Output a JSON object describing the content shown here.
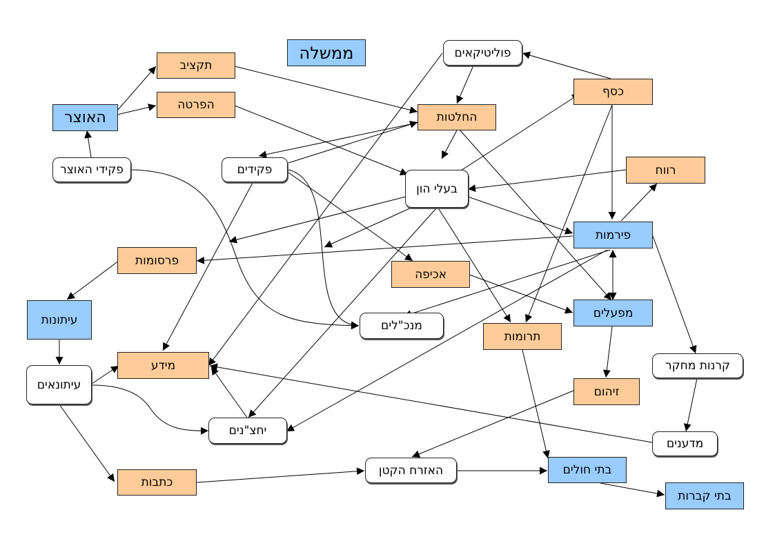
{
  "colors": {
    "orange": "#ffcc99",
    "blue": "#99ccff",
    "white": "#ffffff",
    "line": "#000000"
  },
  "nodes": {
    "government": "ממשלה",
    "treasury": "האוצר",
    "budget": "תקציב",
    "privatization": "הפרטה",
    "treasury_officials": "פקידי האוצר",
    "politicians": "פוליטיקאים",
    "decisions": "החלטות",
    "money": "כסף",
    "officials": "פקידים",
    "capitalists": "בעלי הון",
    "profit": "רווח",
    "firms": "פירמות",
    "publicity": "פרסומות",
    "coercion": "אכיפה",
    "newspapers": "עיתונות",
    "ceos": "מנכ\"לים",
    "donations": "תרומות",
    "factories": "מפעלים",
    "research_funds": "קרנות מחקר",
    "information": "מידע",
    "journalists": "עיתונאים",
    "pollution": "זיהום",
    "pr_people": "יחצ\"נים",
    "scientists": "מדענים",
    "articles": "כתבות",
    "small_citizen": "האזרח הקטן",
    "hospitals": "בתי חולים",
    "cemeteries": "בתי קברות"
  }
}
